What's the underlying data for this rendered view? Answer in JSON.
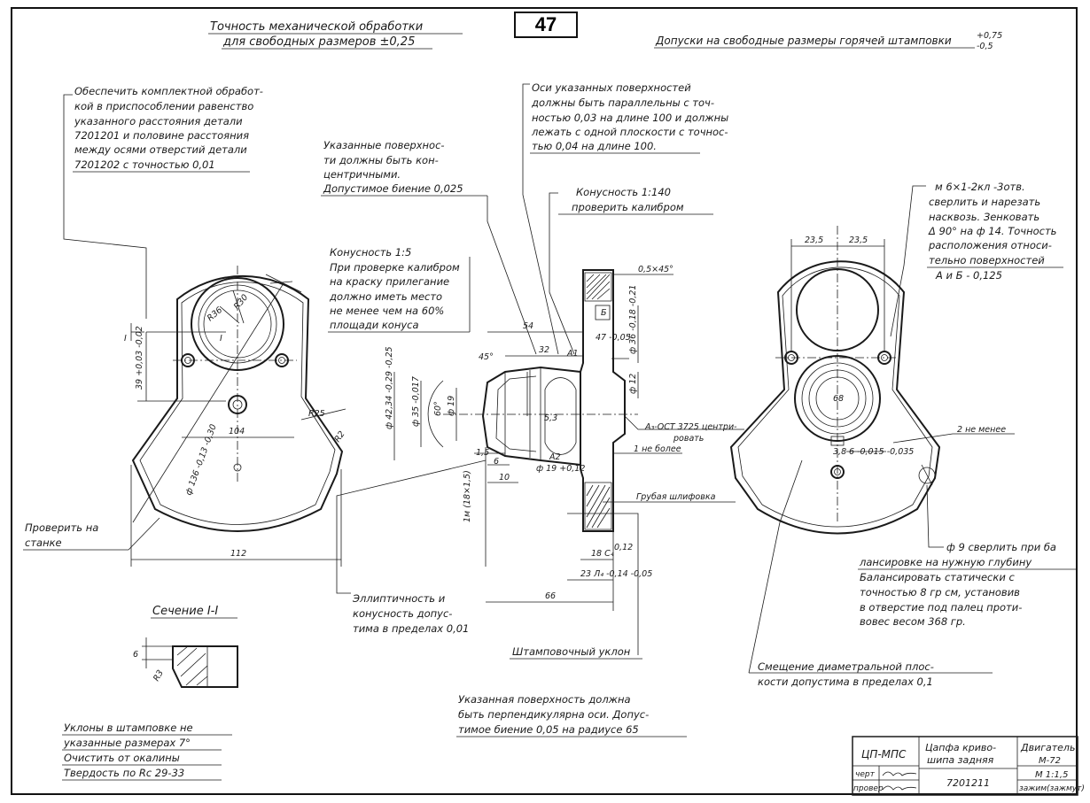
{
  "page_number": "47",
  "header": {
    "precision_line1": "Точность механической обработки",
    "precision_line2": "для свободных размеров ±0,25",
    "tolerance_label": "Допуски на свободные размеры горячей штамповки",
    "tolerance_plus": "+0,75",
    "tolerance_minus": "-0,5"
  },
  "notes": {
    "machining": [
      "Обеспечить комплектной обработ-",
      "кой в приспособлении равенство",
      "указанного расстояния детали",
      "7201201 и половине расстояния",
      "между осями отверстий детали",
      "7201202 с точностью 0,01"
    ],
    "concentric": [
      "Указанные поверхнос-",
      "ти должны быть кон-",
      "центричными.",
      "Допустимое биение 0,025"
    ],
    "axes": [
      "Оси указанных поверхностей",
      "должны быть параллельны с точ-",
      "ностью 0,03 на длине 100 и должны",
      "лежать с одной плоскости с точнос-",
      "тью 0,04 на длине 100."
    ],
    "taper140": [
      "Конусность 1:140",
      "проверить калибром"
    ],
    "taper15": [
      "Конусность 1:5",
      "При проверке калибром",
      "на краску прилегание",
      "должно иметь место",
      "не менее чем на 60%",
      "площади конуса"
    ],
    "holes": [
      "м 6×1-2кл -3отв.",
      "сверлить и нарезать",
      "насквозь. Зенковать",
      "Δ 90° на ф 14. Точность",
      "расположения относи-",
      "тельно поверхностей",
      "А и Б - 0,125"
    ],
    "check_machine": [
      "Проверить на",
      "станке"
    ],
    "ellipticity": [
      "Эллиптичность и",
      "конусность допус-",
      "тима в пределах 0,01"
    ],
    "stamp_slope": "Штамповочный уклон",
    "rough_grind": "Грубая шлифовка",
    "perpendicular": [
      "Указанная поверхность должна",
      "быть перпендикулярна оси. Допус-",
      "тимое биение 0,05 на радиусе 65"
    ],
    "balance": [
      "ф 9 сверлить при ба",
      "лансировке на нужную глубину",
      "Балансировать статически с",
      "точностью 8 гр см, установив",
      "в отверстие под палец проти-",
      "вовес весом 368 гр."
    ],
    "offset": [
      "Смещение диаметральной плос-",
      "кости допустима в пределах 0,1"
    ],
    "stamp_slopes": [
      "Уклоны в штамповке не",
      "указанные размерах 7°",
      "Очистить от окалины",
      "Твердость по Rc 29-33"
    ],
    "section": "Сечение I-I",
    "not_less": "2 не менее",
    "center": [
      "А₃-ОСТ 3725 центри-",
      "ровать"
    ],
    "not_more": "1 не более"
  },
  "dims": {
    "r36": "R36",
    "r30": "R30",
    "r25": "R25",
    "r2": "R2",
    "d104": "104",
    "d112": "112",
    "d39": "39 +0,03 -0,02",
    "d136": "ф 136 -0,13 -0,30",
    "i": "I",
    "d54": "54",
    "d32": "32",
    "a45": "45°",
    "d42": "ф 42,34 -0,29 -0,25",
    "d35": "ф 35 -0,017",
    "a60": "60°",
    "d19": "ф 19",
    "d53": "5,3",
    "d15": "1,5",
    "d6": "6",
    "d10": "10",
    "d19b": "ф 19 +0,12",
    "d18": "1м (18×1,5)",
    "a1": "А1",
    "a2": "А2",
    "b": "Б",
    "c05": "0,5×45°",
    "d36": "ф 36 -0,18 -0,21",
    "d12": "ф 12",
    "d47": "47 -0,05",
    "d66": "66",
    "d18c": "18 С₄",
    "d23": "23 Л₄ -0,14 -0,05",
    "d012": "0,12",
    "d235a": "23,5",
    "d235b": "23,5",
    "d68": "68",
    "d38": "3,8",
    "d6b": "6 -0,015 -0,035",
    "r3": "R3",
    "d6c": "6"
  },
  "title_block": {
    "org": "ЦП-МПС",
    "part_name": [
      "Цапфа криво-",
      "шипа задняя"
    ],
    "engine": [
      "Двигатель",
      "М-72"
    ],
    "scale": "М 1:1,5",
    "drawn": "черт",
    "checked": "провер",
    "part_number": "7201211",
    "sheet": "зажим(зажмут)"
  }
}
